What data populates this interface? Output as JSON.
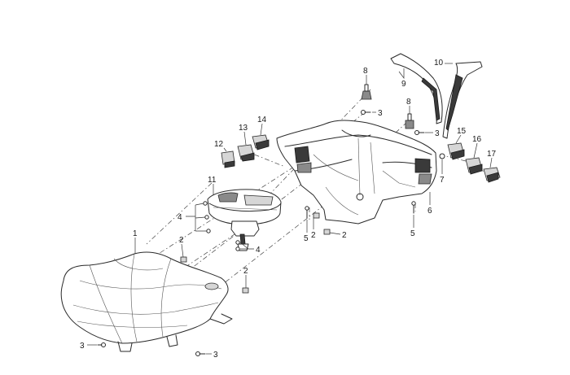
{
  "labels": {
    "p1": "1",
    "p2a": "2",
    "p2b": "2",
    "p2c": "2",
    "p2d": "2",
    "p3a": "3",
    "p3b": "3",
    "p3c": "3",
    "p3d": "3",
    "p4a": "4",
    "p4b": "4",
    "p5a": "5",
    "p5b": "5",
    "p6": "6",
    "p7": "7",
    "p8a": "8",
    "p8b": "8",
    "p9": "9",
    "p10": "10",
    "p11": "11",
    "p12": "12",
    "p13": "13",
    "p14": "14",
    "p15": "15",
    "p16": "16",
    "p17": "17"
  },
  "colors": {
    "line": "#2a2a2a",
    "background": "#ffffff"
  }
}
